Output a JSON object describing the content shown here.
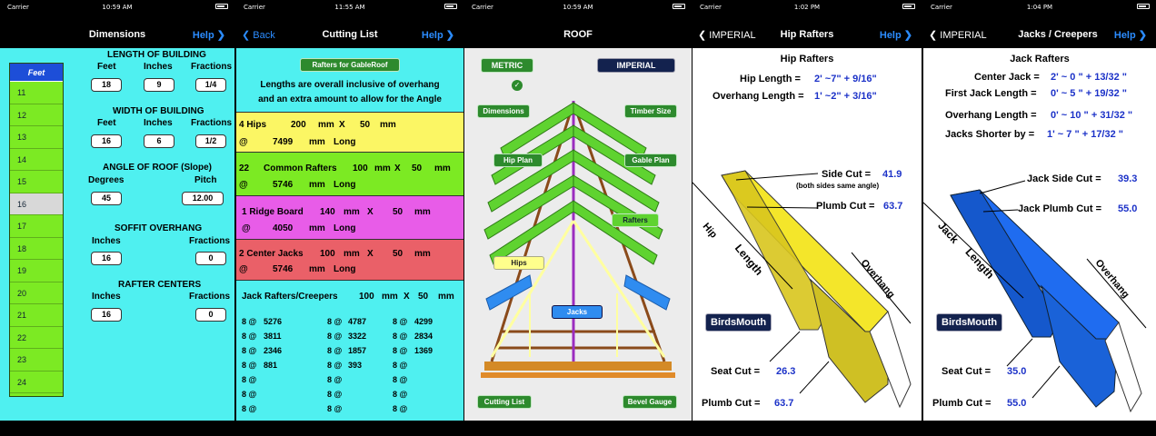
{
  "panels": [
    {
      "status": {
        "carrier": "Carrier",
        "time": "10:59 AM"
      },
      "nav": {
        "title": "Dimensions",
        "right": "Help"
      },
      "side_header": "Feet",
      "side_items": [
        "11",
        "12",
        "13",
        "14",
        "15",
        "16",
        "17",
        "18",
        "19",
        "20",
        "21",
        "22",
        "23",
        "24"
      ],
      "length": {
        "title": "LENGTH OF BUILDING",
        "feet_label": "Feet",
        "inches_label": "Inches",
        "fractions_label": "Fractions",
        "feet": "18",
        "inches": "9",
        "fractions": "1/4"
      },
      "width": {
        "title": "WIDTH OF BUILDING",
        "feet_label": "Feet",
        "inches_label": "Inches",
        "fractions_label": "Fractions",
        "feet": "16",
        "inches": "6",
        "fractions": "1/2"
      },
      "angle": {
        "title": "ANGLE OF ROOF  (Slope)",
        "degrees_label": "Degrees",
        "pitch_label": "Pitch",
        "degrees": "45",
        "pitch": "12.00"
      },
      "soffit": {
        "title": "SOFFIT OVERHANG",
        "inches_label": "Inches",
        "fractions_label": "Fractions",
        "inches": "16",
        "fractions": "0"
      },
      "centers": {
        "title": "RAFTER CENTERS",
        "inches_label": "Inches",
        "fractions_label": "Fractions",
        "inches": "16",
        "fractions": "0"
      },
      "colors": {
        "bg": "#4ff0f0",
        "green": "#7cea23"
      }
    },
    {
      "status": {
        "carrier": "Carrier",
        "time": "11:55 AM"
      },
      "nav": {
        "left": "Back",
        "title": "Cutting List",
        "right": "Help"
      },
      "rafters_btn": "Rafters for GableRoof",
      "note_line1": "Lengths are overall inclusive of overhang",
      "note_line2": "and an extra amount to allow for the Angle",
      "hips": {
        "qty": "4 Hips",
        "w": "200",
        "mm1": "mm",
        "x": "X",
        "h": "50",
        "mm2": "mm",
        "at": "@",
        "len": "7499",
        "mm3": "mm",
        "long": "Long"
      },
      "common": {
        "qty": "22",
        "name": "Common Rafters",
        "w": "100",
        "mm1": "mm",
        "x": "X",
        "h": "50",
        "mm2": "mm",
        "at": "@",
        "len": "5746",
        "mm3": "mm",
        "long": "Long"
      },
      "ridge": {
        "qty": "1 Ridge Board",
        "w": "140",
        "mm1": "mm",
        "x": "X",
        "h": "50",
        "mm2": "mm",
        "at": "@",
        "len": "4050",
        "mm3": "mm",
        "long": "Long"
      },
      "center_jacks": {
        "qty": "2 Center Jacks",
        "w": "100",
        "mm1": "mm",
        "x": "X",
        "h": "50",
        "mm2": "mm",
        "at": "@",
        "len": "5746",
        "mm3": "mm",
        "long": "Long"
      },
      "jack_title": "Jack Rafters/Creepers",
      "jack_dims": {
        "w": "100",
        "mm1": "mm",
        "x": "X",
        "h": "50",
        "mm2": "mm"
      },
      "jack_rows": [
        [
          "8 @",
          "5276",
          "8 @",
          "4787",
          "8 @",
          "4299"
        ],
        [
          "8 @",
          "3811",
          "8 @",
          "3322",
          "8 @",
          "2834"
        ],
        [
          "8 @",
          "2346",
          "8 @",
          "1857",
          "8 @",
          "1369"
        ],
        [
          "8 @",
          "881",
          "8 @",
          "393",
          "8 @",
          ""
        ],
        [
          "8 @",
          "",
          "8 @",
          "",
          "8 @",
          ""
        ],
        [
          "8 @",
          "",
          "8 @",
          "",
          "8 @",
          ""
        ],
        [
          "8 @",
          "",
          "8 @",
          "",
          "8 @",
          ""
        ]
      ],
      "colors": {
        "bg": "#4ff0f0",
        "yellow": "#fbf664",
        "green": "#7cea23",
        "pink": "#e85ce8",
        "red": "#ea6068"
      }
    },
    {
      "status": {
        "carrier": "Carrier",
        "time": "10:59 AM"
      },
      "nav": {
        "title": "ROOF"
      },
      "metric": "METRIC",
      "imperial": "IMPERIAL",
      "buttons": {
        "dimensions": "Dimensions",
        "timber": "Timber Size",
        "hip_plan": "Hip Plan",
        "gable_plan": "Gable Plan",
        "rafters": "Rafters",
        "hips": "Hips",
        "jacks": "Jacks",
        "cutting_list": "Cutting List",
        "bevel_gauge": "Bevel Gauge"
      },
      "colors": {
        "bg": "#ececec",
        "green": "#5fd330",
        "timber": "#8a4a1a",
        "yellow": "#ffffa0"
      }
    },
    {
      "status": {
        "carrier": "Carrier",
        "time": "1:02 PM"
      },
      "nav": {
        "left": "IMPERIAL",
        "title": "Hip Rafters",
        "right": "Help"
      },
      "heading": "Hip Rafters",
      "hip_length_label": "Hip  Length =",
      "hip_length_value": "2' ~7\" + 9/16\"",
      "overhang_label": "Overhang Length =",
      "overhang_value": "1' ~2\" + 3/16\"",
      "side_cut_label": "Side Cut =",
      "side_cut_value": "41.9",
      "side_cut_note": "(both sides same angle)",
      "plumb_top_label": "Plumb Cut =",
      "plumb_top_value": "63.7",
      "lbl_hip": "Hip",
      "lbl_length": "Length",
      "lbl_overhang": "Overhang",
      "birdsmouth": "BirdsMouth",
      "seat_label": "Seat Cut =",
      "seat_value": "26.3",
      "plumb_bottom_label": "Plumb Cut =",
      "plumb_bottom_value": "63.7",
      "colors": {
        "bg": "#ffffff",
        "wood": "#f4e62a",
        "value": "#1c32c8"
      }
    },
    {
      "status": {
        "carrier": "Carrier",
        "time": "1:04 PM"
      },
      "nav": {
        "left": "IMPERIAL",
        "title": "Jacks / Creepers",
        "right": "Help"
      },
      "heading": "Jack Rafters",
      "center_label": "Center Jack =",
      "center_value": "2' ~ 0 \" + 13/32 \"",
      "first_label": "First Jack Length =",
      "first_value": "0' ~ 5 \" + 19/32 \"",
      "overhang_label": "Overhang Length =",
      "overhang_value": "0' ~ 10 \" + 31/32 \"",
      "shorter_label": "Jacks Shorter by =",
      "shorter_value": "1' ~ 7 \" + 17/32 \"",
      "side_cut_label": "Jack Side Cut =",
      "side_cut_value": "39.3",
      "plumb_top_label": "Jack Plumb Cut =",
      "plumb_top_value": "55.0",
      "lbl_jack": "Jack",
      "lbl_length": "Length",
      "lbl_overhang": "Overhang",
      "birdsmouth": "BirdsMouth",
      "seat_label": "Seat Cut  =",
      "seat_value": "35.0",
      "plumb_bottom_label": "Plumb Cut =",
      "plumb_bottom_value": "55.0",
      "colors": {
        "bg": "#ffffff",
        "wood": "#1f6cf0",
        "value": "#1c32c8"
      }
    }
  ]
}
